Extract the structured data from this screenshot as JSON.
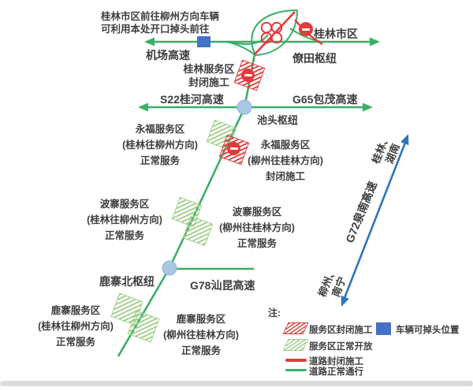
{
  "note_top": {
    "line1": "桂林市区前往柳州方向车辆",
    "line2": "可利用本处开口掉头前往"
  },
  "roads": {
    "airport": "机场高速",
    "guilin_city": "桂林市区",
    "s22": "S22桂河高速",
    "g65": "G65包茂高速",
    "g78": "G78汕昆高速",
    "g72": "G72泉南高速"
  },
  "hubs": {
    "liaotian": "僚田枢纽",
    "chitou": "池头枢纽",
    "luzhaibei": "鹿寨北枢纽"
  },
  "service_areas": {
    "guilin": {
      "name": "桂林服务区",
      "status": "封闭施工"
    },
    "yongfu_left": {
      "name": "永福服务区",
      "direction": "(桂林往柳州方向)",
      "status": "正常服务"
    },
    "yongfu_right": {
      "name": "永福服务区",
      "direction": "(柳州往桂林方向)",
      "status": "封闭施工"
    },
    "bozhai_left": {
      "name": "波寨服务区",
      "direction": "(桂林往柳州方向)",
      "status": "正常服务"
    },
    "bozhai_right": {
      "name": "波寨服务区",
      "direction": "(柳州往桂林方向)",
      "status": "正常服务"
    },
    "luzhai_left": {
      "name": "鹿寨服务区",
      "direction": "(桂林往柳州方向)",
      "status": "正常服务"
    },
    "luzhai_right": {
      "name": "鹿寨服务区",
      "direction": "(柳州往桂林方向)",
      "status": "正常服务"
    }
  },
  "directions": {
    "north_1": "桂林、",
    "north_2": "湖南",
    "south_1": "柳州、",
    "south_2": "南宁"
  },
  "legend": {
    "title": "注:",
    "sa_closed": "服务区封闭施工",
    "sa_open": "服务区正常开放",
    "road_closed": "道路封闭施工",
    "road_open": "道路正常通行",
    "uturn": "车辆可掉头位置"
  },
  "colors": {
    "road_green": "#3bae68",
    "closed_red": "#e23b3c",
    "hub_node_blue": "#a9c6e3",
    "uturn_blue": "#4472c4",
    "corridor_arrow_blue": "#2e75b6",
    "text": "#3d3d3d"
  }
}
